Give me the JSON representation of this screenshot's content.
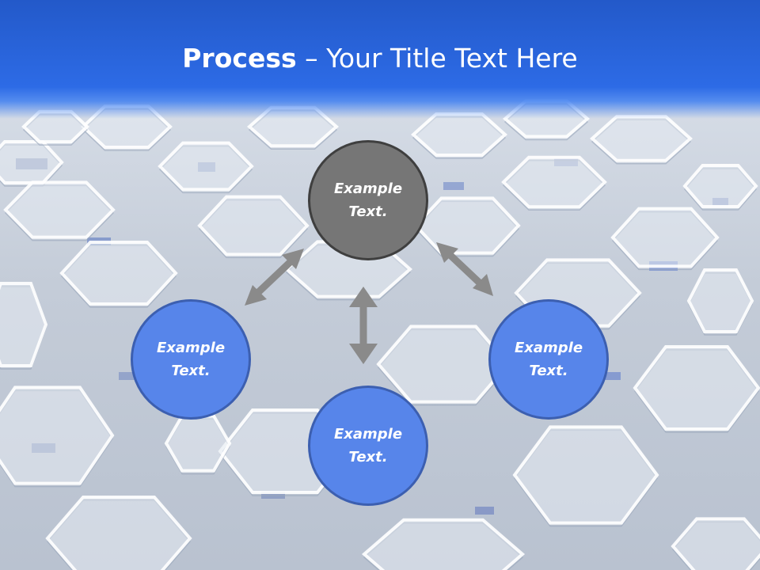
{
  "slide": {
    "title_strong": "Process",
    "title_rest": " – Your Title Text Here"
  },
  "diagram": {
    "nodes": [
      {
        "id": "top",
        "label": "Example\nText.",
        "fill": "#767676",
        "stroke": "#3f3f3f"
      },
      {
        "id": "left",
        "label": "Example\nText.",
        "fill": "#5785ea",
        "stroke": "#3c5fb0"
      },
      {
        "id": "bottom",
        "label": "Example\nText.",
        "fill": "#5785ea",
        "stroke": "#3c5fb0"
      },
      {
        "id": "right",
        "label": "Example\nText.",
        "fill": "#5785ea",
        "stroke": "#3c5fb0"
      }
    ],
    "connectors": [
      {
        "from": "top",
        "to": "left",
        "style": "double-arrow"
      },
      {
        "from": "top",
        "to": "bottom",
        "style": "double-arrow"
      },
      {
        "from": "top",
        "to": "right",
        "style": "double-arrow"
      }
    ],
    "arrow_color": "#8a8a8a"
  },
  "colors": {
    "header_blue": "#2d6be6",
    "background": "#c9d1dd"
  }
}
